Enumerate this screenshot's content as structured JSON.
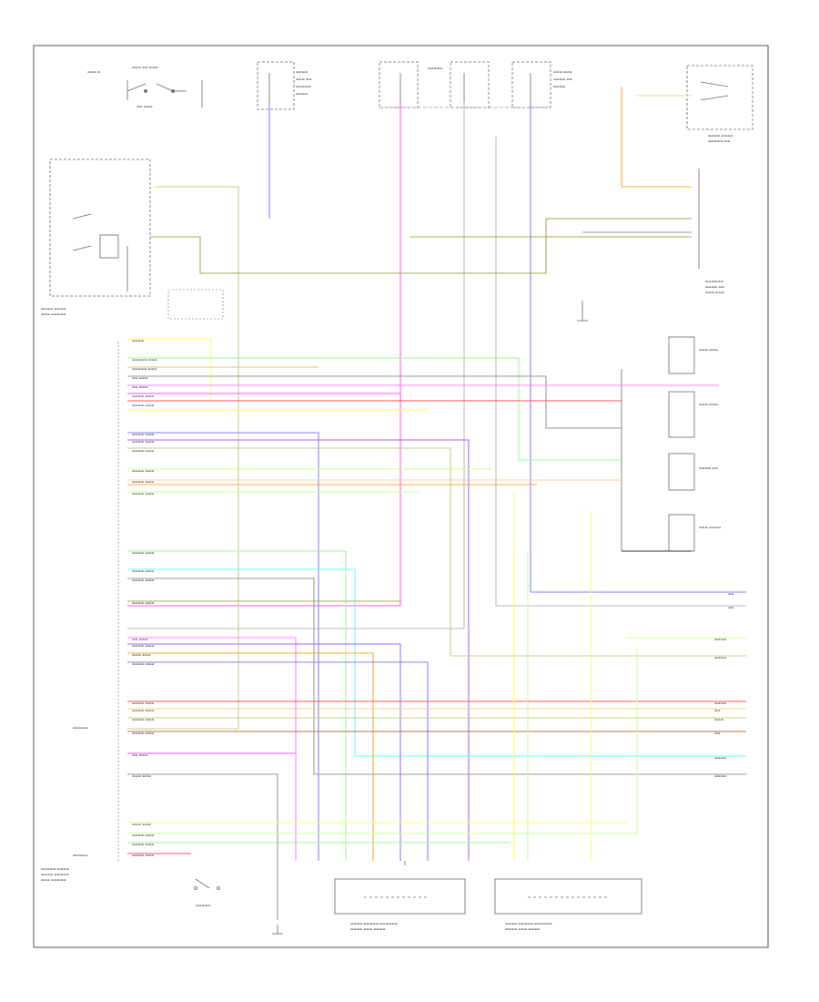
{
  "page_code": "",
  "colors": {
    "border": "#555555",
    "component": "#666666",
    "blue": "#8080ff",
    "magenta": "#ff55ff",
    "pink": "#ff80ff",
    "green": "#99ff99",
    "lightgreen": "#ccff99",
    "tan": "#cccc88",
    "olive": "#aaaa55",
    "yellow": "#ffff66",
    "orange": "#ffaa33",
    "peach": "#ffcc99",
    "cyan": "#66ffff",
    "gray": "#999999",
    "violet": "#aa66ff",
    "red": "#ff5555",
    "brown": "#aa7744",
    "black": "#333333"
  },
  "components": [
    {
      "key": "ignition-switch"
    },
    {
      "key": "fuse-box-top-left"
    },
    {
      "key": "hot-fuse-1"
    },
    {
      "key": "hot-fuse-2"
    },
    {
      "key": "hot-fuse-3"
    },
    {
      "key": "transmission-range-sensor"
    },
    {
      "key": "pcm-right"
    },
    {
      "key": "shift-solenoid-a"
    },
    {
      "key": "shift-solenoid-b"
    },
    {
      "key": "torque-converter-clutch-solenoid"
    },
    {
      "key": "pressure-control-solenoid"
    },
    {
      "key": "fuse-relay-box-left"
    },
    {
      "key": "pcm-main-connector"
    },
    {
      "key": "overdrive-switch"
    },
    {
      "key": "ground-g1"
    },
    {
      "key": "ground-g2"
    },
    {
      "key": "ground-g3"
    },
    {
      "key": "speed-sensor-left"
    },
    {
      "key": "speed-sensor-right"
    }
  ]
}
